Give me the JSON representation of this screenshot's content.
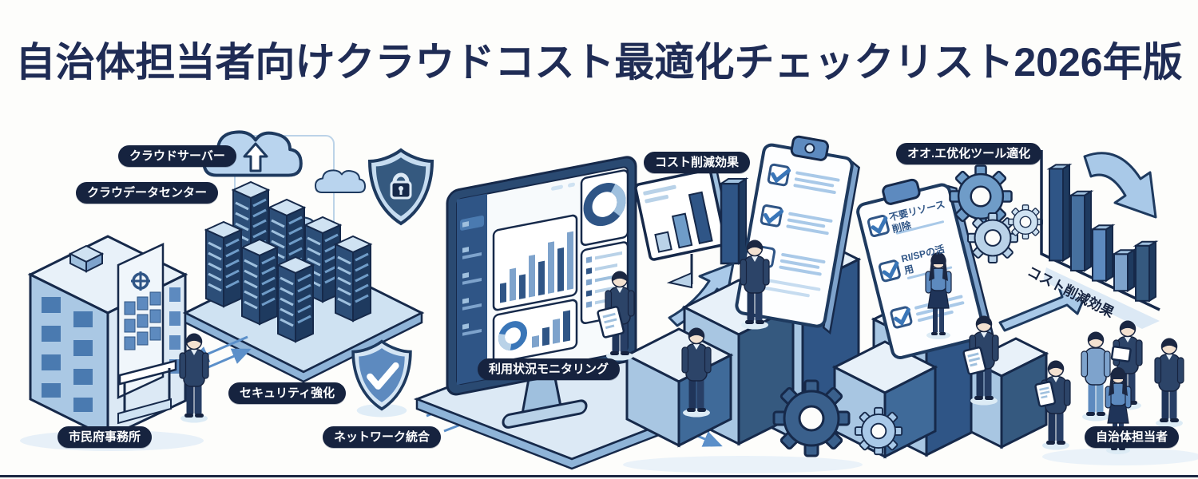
{
  "title": "自治体担当者向けクラウドコスト最適化チェックリスト2026年版",
  "labels": {
    "cloud_server": "クラウドサーバー",
    "cloud_datacenter": "クラウデータセンター",
    "city_office": "市民府事務所",
    "security": "セキュリティ強化",
    "network": "ネットワーク統合",
    "monitoring": "利用状況モニタリング",
    "cost_reduction": "コスト削減効果",
    "optimization_tool": "オオ.エ优化ツール適化",
    "officials": "自治体担当者",
    "cost_axis": "コスト削減効果"
  },
  "clipboard": {
    "item1": "不要リソース削除",
    "item2": "RI/SPの活用"
  },
  "colors": {
    "navy": "#16233f",
    "title_navy": "#1f2c55",
    "dark_blue": "#2f5586",
    "mid_blue": "#5d8abf",
    "light_blue": "#b9d2e8",
    "background": "#fdfdfb"
  },
  "charts": {
    "cost_reduction_trend": {
      "type": "bar",
      "values": [
        100,
        82,
        56,
        40,
        60
      ],
      "trend": "down",
      "axis_label": "コスト削減効果"
    },
    "cost_board": {
      "type": "bar",
      "values": [
        22,
        40,
        62,
        100
      ],
      "trend": "up"
    },
    "monitor_usage": {
      "type": "bar",
      "values": [
        24,
        40,
        30,
        52,
        42,
        64,
        54,
        72
      ]
    },
    "monitor_usage_small": {
      "type": "bar",
      "values": [
        14,
        22,
        30,
        38
      ]
    }
  }
}
